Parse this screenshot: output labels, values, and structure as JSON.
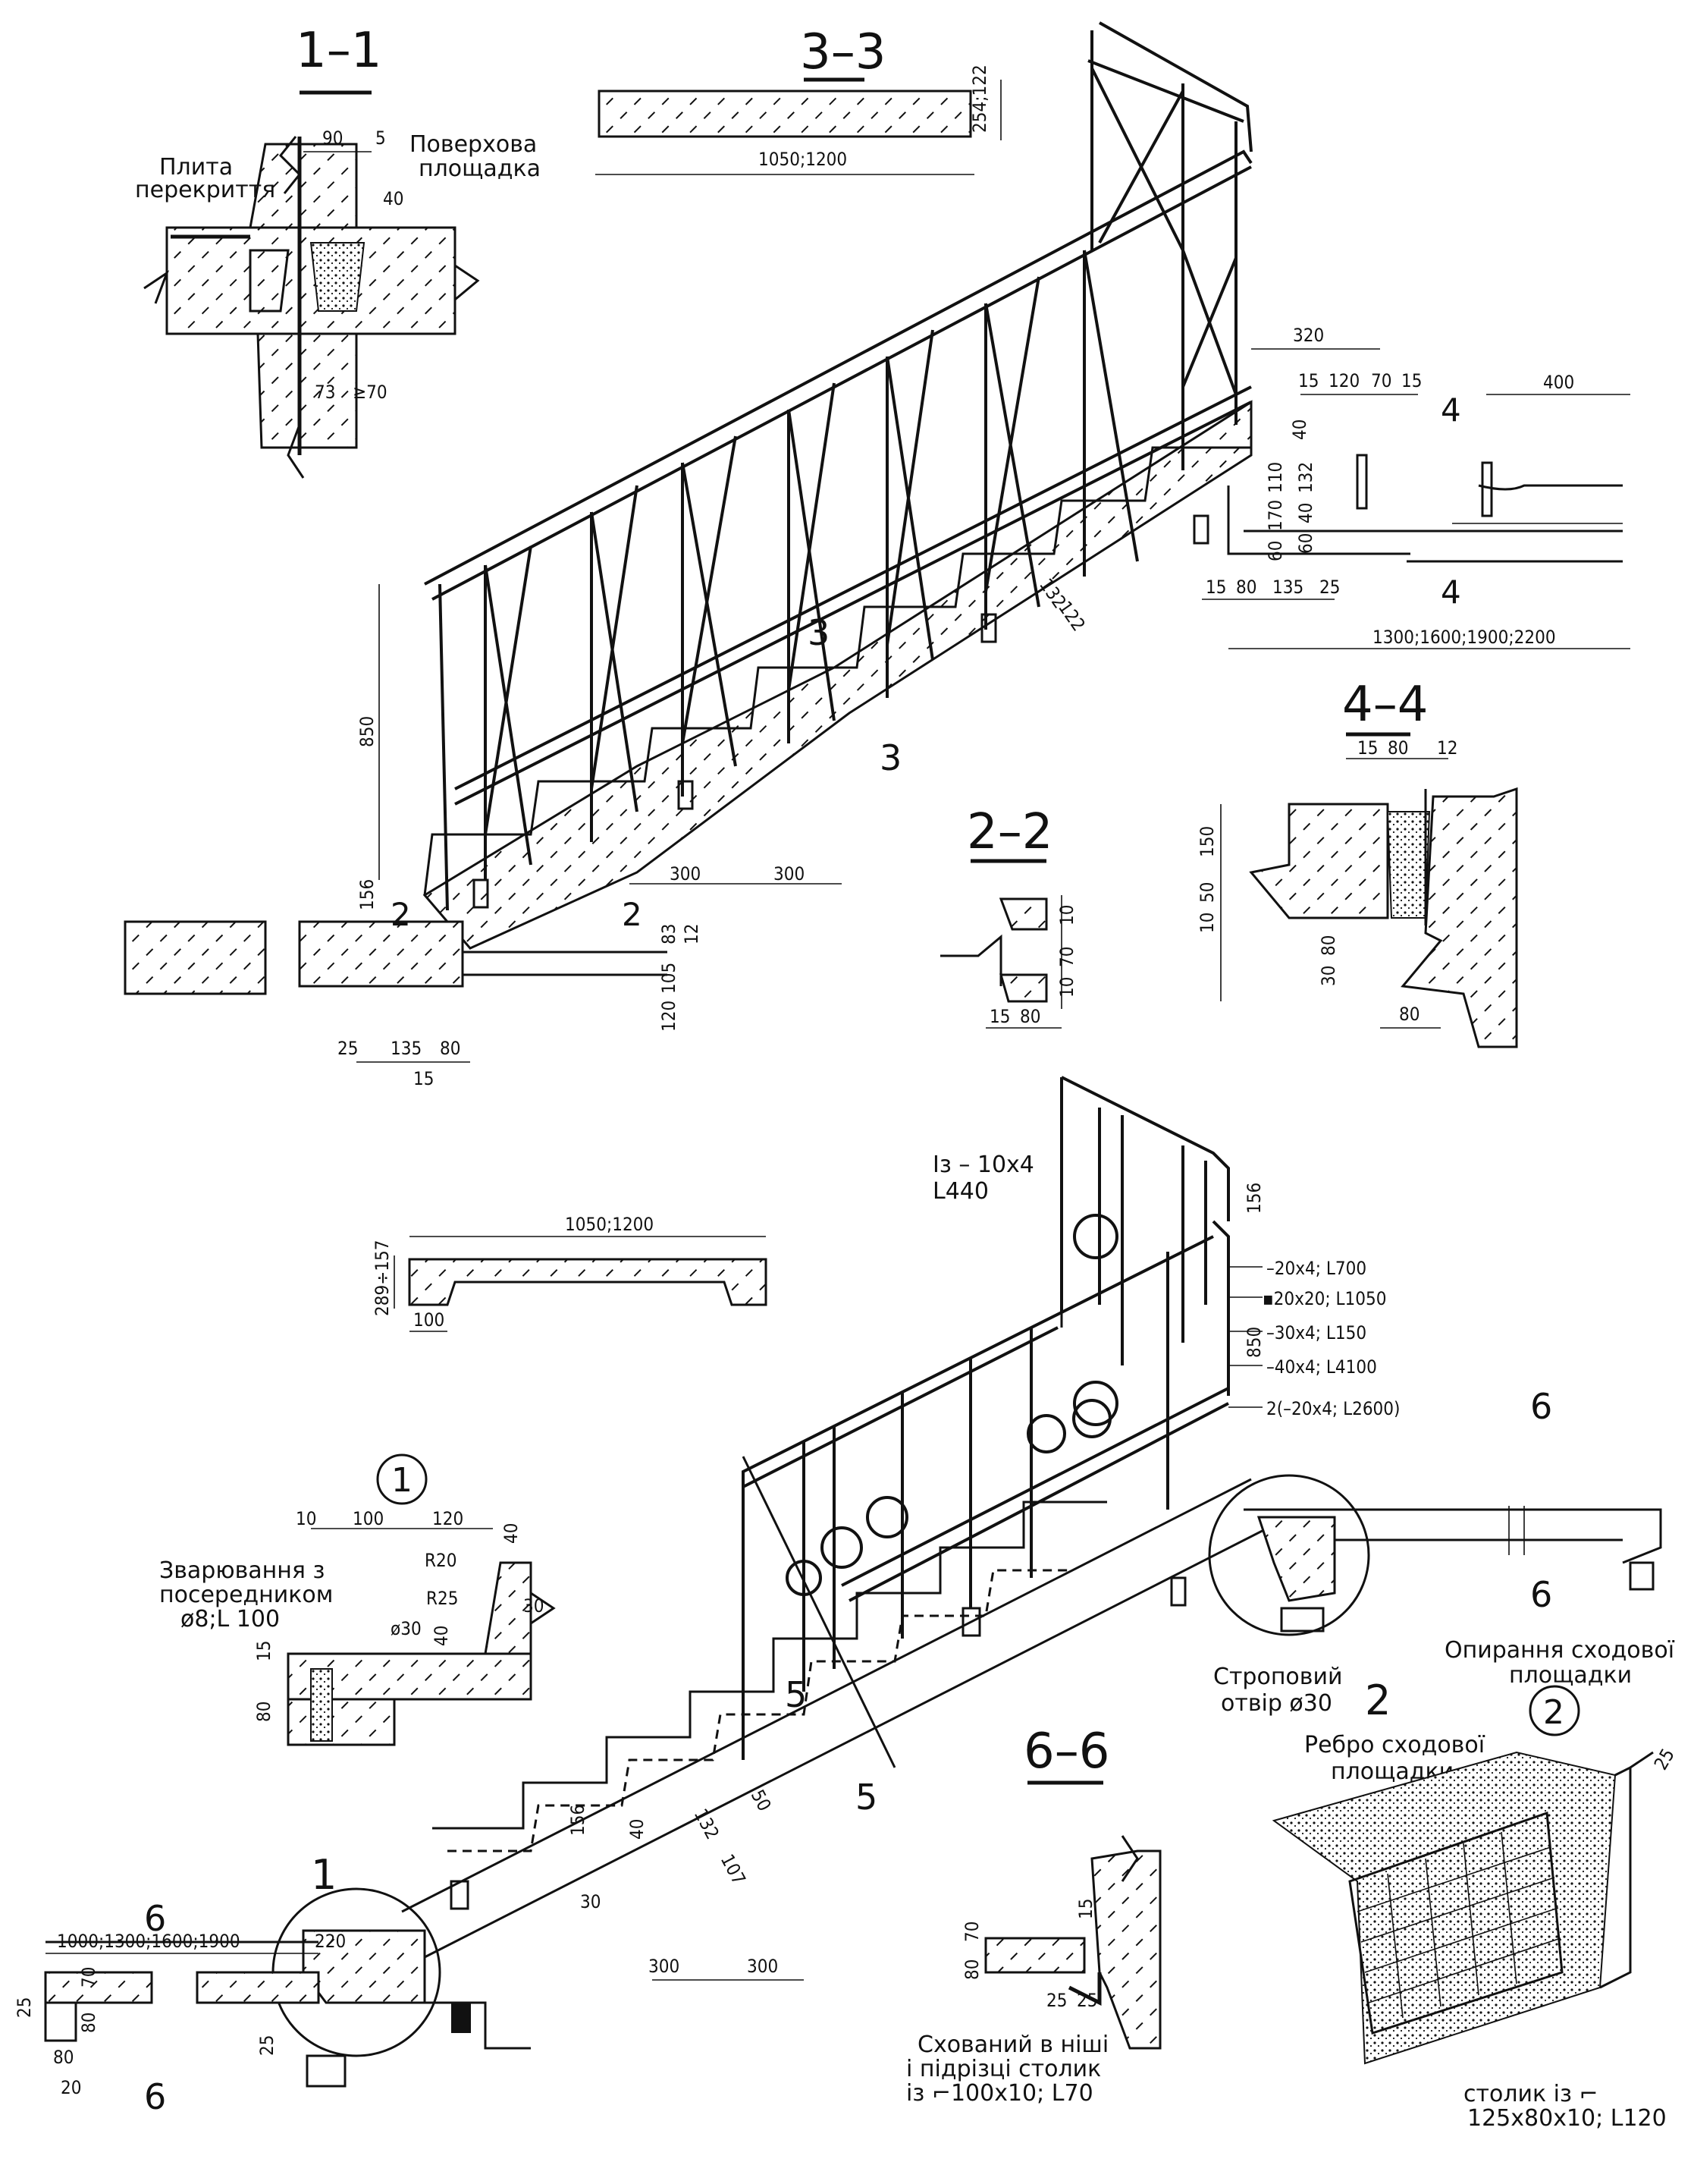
{
  "sections": {
    "s11": "1–1",
    "s33": "3–3",
    "s22": "2–2",
    "s44": "4–4",
    "s66": "6–6"
  },
  "callouts": {
    "c1": "1",
    "c2": "2",
    "n1": "1",
    "n2": "2",
    "cut2l": "2",
    "cut2r": "2",
    "cut3a": "3",
    "cut3b": "3",
    "cut4a": "4",
    "cut4b": "4",
    "cut5a": "5",
    "cut5b": "5",
    "cut6a": "6",
    "cut6b": "6",
    "cut6c": "6",
    "cut6d": "6"
  },
  "labels": {
    "plyta1": "Плита",
    "plyta2": "перекриття",
    "poverkh1": "Поверхова",
    "poverkh2": "площадка",
    "zvar1": "Зварювання з",
    "zvar2": "посередником",
    "zvar3": "ø8;L 100",
    "strop1": "Строповий",
    "strop2": "отвір ø30",
    "opyr1": "Опирання сходової",
    "opyr2": "площадки",
    "rebro1": "Ребро сходової",
    "rebro2": "площадки",
    "stolyk1": "столик із ⌐",
    "stolyk2": "125х80х10; L120",
    "skhov1": "Схований в ніші",
    "skhov2": "і підрізці столик",
    "skhov3": "із ⌐100х10; L70",
    "iz1": "Із – 10х4",
    "iz2": "L440",
    "spec1": "–20х4; L700",
    "spec2": "▪20х20; L1050",
    "spec3": "–30х4; L150",
    "spec4": "–40х4; L4100",
    "spec5": "2(–20х4; L2600)"
  },
  "dims": {
    "d90": "90",
    "d5": "5",
    "d40a": "40",
    "d73": "73",
    "d70ge": "≥70",
    "d1050a": "1050;1200",
    "d254": "254;122",
    "d850a": "850",
    "d156a": "156",
    "d300a": "300",
    "d300b": "300",
    "d132a": "132",
    "d122a": "122",
    "d83": "83",
    "d105": "105",
    "d12a": "12",
    "d120a": "120",
    "d25a": "25",
    "d135a": "135",
    "d80a": "80",
    "d15a": "15",
    "d320": "320",
    "d15b": "15",
    "d120b": "120",
    "d70a": "70",
    "d15c": "15",
    "d400": "400",
    "d40b": "40",
    "d110": "110",
    "d170": "170",
    "d132b": "132",
    "d40c": "40",
    "d60a": "60",
    "d60b": "60",
    "d15d": "15",
    "d80b": "80",
    "d135b": "135",
    "d25b": "25",
    "dspan": "1300;1600;1900;2200",
    "d10a": "10",
    "d70b": "70",
    "d10b": "10",
    "d15e": "15",
    "d80c": "80",
    "d15f": "15",
    "d80d": "80",
    "d12b": "12",
    "d150": "150",
    "d50": "50",
    "d10c": "10",
    "d30": "30",
    "d80e": "80",
    "d80f": "80",
    "d1050b": "1050;1200",
    "d289": "289÷157",
    "d100a": "100",
    "d156b": "156",
    "d850b": "850",
    "d10d": "10",
    "d100b": "100",
    "d120c": "120",
    "d40d": "40",
    "dR20": "R20",
    "dR25": "R25",
    "d30b": "ø30",
    "d40e": "40",
    "d30c": "30",
    "d15g": "15",
    "d80g": "80",
    "d156c": "156",
    "d132c": "132",
    "d50b": "50",
    "d107": "107",
    "d40f": "40",
    "d30d": "30",
    "d300c": "300",
    "d300d": "300",
    "dspan2": "1000;1300;1600;1900",
    "d220": "220",
    "d70c": "70",
    "d25c": "25",
    "d80h": "80",
    "d80i": "80",
    "d20": "20",
    "d25d": "25",
    "d70d": "70",
    "d80j": "80",
    "d15h": "15",
    "d25e": "25",
    "d25f": "25",
    "d25g": "25"
  }
}
